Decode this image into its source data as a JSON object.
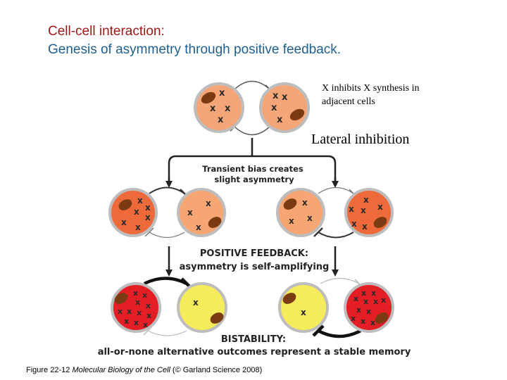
{
  "title": {
    "line1": "Cell-cell interaction:",
    "line2": "Genesis of asymmetry through positive feedback."
  },
  "notes": {
    "inhibition_rule_line1": "X inhibits X synthesis in",
    "inhibition_rule_line2": "adjacent cells",
    "lateral_inhibition": "Lateral inhibition"
  },
  "diagram": {
    "stage1_label_line1": "Transient bias creates",
    "stage1_label_line2": "slight asymmetry",
    "stage2_label_line1": "POSITIVE FEEDBACK:",
    "stage2_label_line2": "asymmetry is self-amplifying",
    "stage3_label_line1": "BISTABILITY:",
    "stage3_label_line2": "all-or-none alternative outcomes represent a stable memory",
    "x_symbol": "x",
    "colors": {
      "initial_cell": "#f4a679",
      "bias_high_cell": "#ee6a3a",
      "bias_low_cell": "#f7a673",
      "inhibited_high_cell": "#e31e24",
      "repressed_cell": "#f5ec5c",
      "nucleus": "#7a3a12",
      "cell_outline": "#bdbdbd"
    }
  },
  "caption": {
    "figure": "Figure 22-12",
    "book": "Molecular Biology of the Cell",
    "credit": "(© Garland Science 2008)"
  }
}
